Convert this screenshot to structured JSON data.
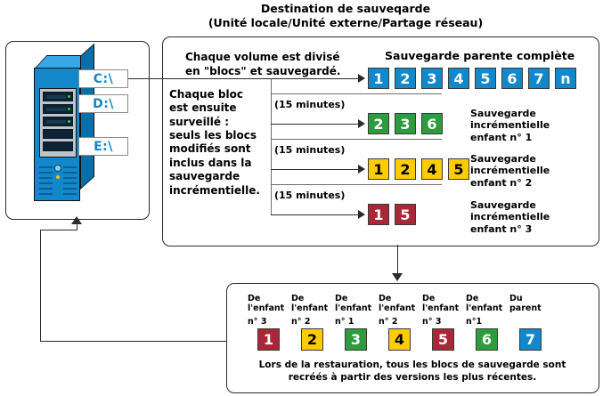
{
  "title": {
    "line1": "Destination de sauveqarde",
    "line2": "(Unité locale/Unité externe/Partage réseau)"
  },
  "source": {
    "device_name": "server-tower",
    "drives": [
      {
        "label": "C:\\",
        "name": "drive-c"
      },
      {
        "label": "D:\\",
        "name": "drive-d"
      },
      {
        "label": "E:\\",
        "name": "drive-e"
      }
    ]
  },
  "main": {
    "text_divided": "Chaque volume est divisé\nen \"blocs\" et sauvegardé.",
    "text_monitored": "Chaque bloc\nest ensuite\nsurveillé :\nseuls les blocs\nmodifiés sont\ninclus dans la\nsauvegarde\nincrémentielle.",
    "interval_label": "(15 minutes)",
    "parent_label": "Sauvegarde parente complète",
    "child_labels": [
      "Sauvegarde\nincrémentielle\nenfant n° 1",
      "Sauvegarde\nincrémentielle\nenfant n° 2",
      "Sauvegarde\nincrémentielle\nenfant n° 3"
    ]
  },
  "chart_data": {
    "type": "table",
    "title": "Destination de sauveqarde",
    "rows": [
      {
        "name": "parent-full-backup",
        "label": "Sauvegarde parente complète",
        "color": "#1287c9",
        "color_name": "blue",
        "blocks": [
          "1",
          "2",
          "3",
          "4",
          "5",
          "6",
          "7",
          "n"
        ]
      },
      {
        "name": "child-1",
        "label": "Sauvegarde incrémentielle enfant n° 1",
        "color": "#2e9b3e",
        "color_name": "green",
        "blocks": [
          "2",
          "3",
          "6"
        ]
      },
      {
        "name": "child-2",
        "label": "Sauvegarde incrémentielle enfant n° 2",
        "color": "#ffcc00",
        "color_name": "yellow",
        "blocks": [
          "1",
          "2",
          "4",
          "5"
        ]
      },
      {
        "name": "child-3",
        "label": "Sauvegarde incrémentielle enfant n° 3",
        "color": "#a82838",
        "color_name": "red",
        "blocks": [
          "1",
          "5"
        ]
      }
    ],
    "restored_set": [
      {
        "block": "1",
        "color": "#a82838",
        "color_name": "red",
        "source_line1": "De",
        "source_line2": "l'enfant",
        "source_num": "n° 3"
      },
      {
        "block": "2",
        "color": "#ffcc00",
        "color_name": "yellow",
        "source_line1": "De",
        "source_line2": "l'enfant",
        "source_num": "n° 2"
      },
      {
        "block": "3",
        "color": "#2e9b3e",
        "color_name": "green",
        "source_line1": "De",
        "source_line2": "l'enfant",
        "source_num": "n° 1"
      },
      {
        "block": "4",
        "color": "#ffcc00",
        "color_name": "yellow",
        "source_line1": "De",
        "source_line2": "l'enfant",
        "source_num": "n° 2"
      },
      {
        "block": "5",
        "color": "#a82838",
        "color_name": "red",
        "source_line1": "De",
        "source_line2": "l'enfant",
        "source_num": "n° 3"
      },
      {
        "block": "6",
        "color": "#2e9b3e",
        "color_name": "green",
        "source_line1": "De",
        "source_line2": "l'enfant",
        "source_num": "n°1"
      },
      {
        "block": "7",
        "color": "#1287c9",
        "color_name": "blue",
        "source_line1": "Du",
        "source_line2": "parent",
        "source_num": ""
      }
    ]
  },
  "restore": {
    "caption": "Lors de la restauration, tous les blocs de sauvegarde sont\nrecréés à partir des versions les plus récentes."
  },
  "colors": {
    "blue": "#1287c9",
    "green": "#2e9b3e",
    "yellow": "#ffcc00",
    "red": "#a82838",
    "outline": "#2b2b2b",
    "connector_gray": "#6e6e6e"
  }
}
